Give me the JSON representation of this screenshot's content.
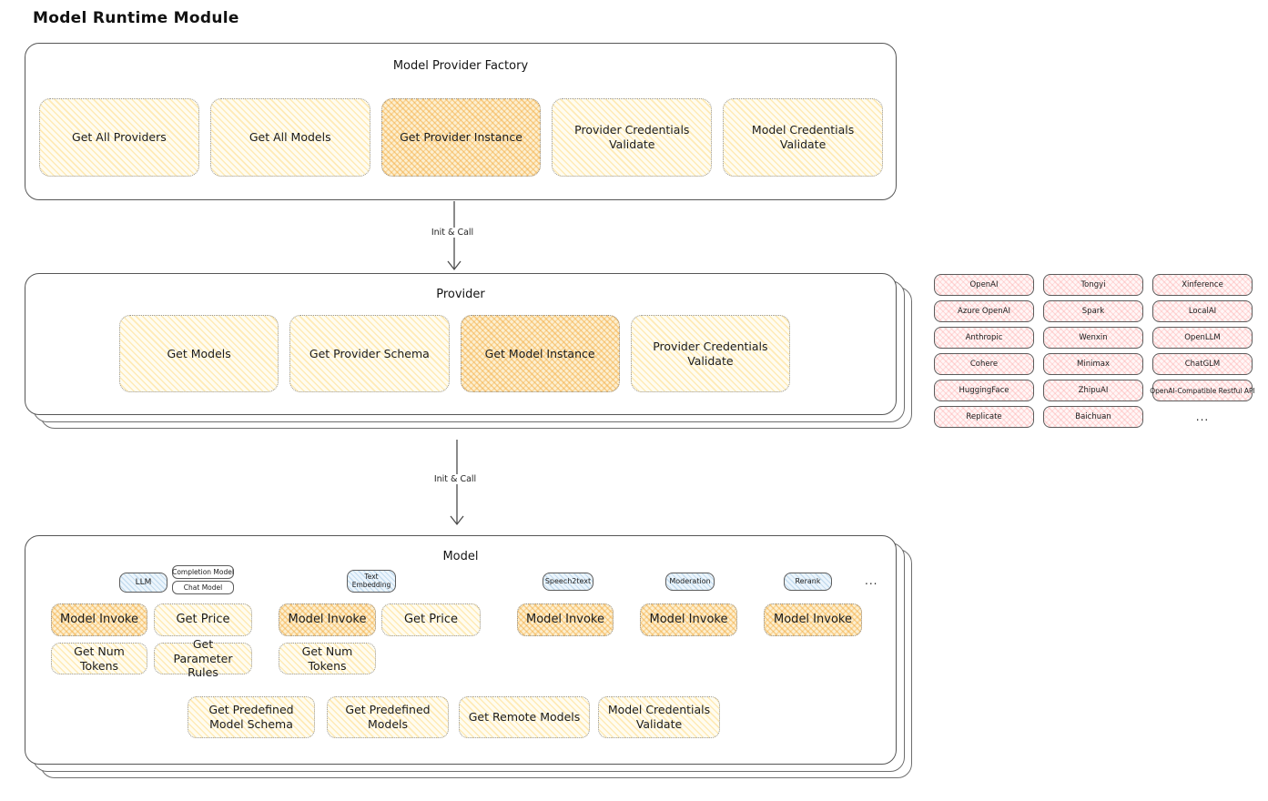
{
  "page_title": "Model Runtime Module",
  "arrows": {
    "factory_to_provider": "Init & Call",
    "provider_to_model": "Init & Call"
  },
  "factory": {
    "title": "Model Provider Factory",
    "items": [
      {
        "label": "Get All Providers",
        "highlight": false
      },
      {
        "label": "Get All Models",
        "highlight": false
      },
      {
        "label": "Get Provider Instance",
        "highlight": true
      },
      {
        "label": "Provider Credentials Validate",
        "highlight": false
      },
      {
        "label": "Model Credentials Validate",
        "highlight": false
      }
    ]
  },
  "provider": {
    "title": "Provider",
    "items": [
      {
        "label": "Get Models",
        "highlight": false
      },
      {
        "label": "Get Provider Schema",
        "highlight": false
      },
      {
        "label": "Get Model Instance",
        "highlight": true
      },
      {
        "label": "Provider Credentials Validate",
        "highlight": false
      }
    ]
  },
  "provider_vendors": {
    "items": [
      "OpenAI",
      "Tongyi",
      "Xinference",
      "Azure OpenAI",
      "Spark",
      "LocalAI",
      "Anthropic",
      "Wenxin",
      "OpenLLM",
      "Cohere",
      "Minimax",
      "ChatGLM",
      "HuggingFace",
      "ZhipuAI",
      "OpenAI-Compatible Restful API",
      "Replicate",
      "Baichuan"
    ],
    "more": "..."
  },
  "model": {
    "title": "Model",
    "tags": {
      "llm": "LLM",
      "completion_model": "Completion Model",
      "chat_model": "Chat Model",
      "text_embedding": "Text Embedding",
      "speech2text": "Speech2text",
      "moderation": "Moderation",
      "rerank": "Rerank",
      "more": "..."
    },
    "llm": {
      "model_invoke": "Model Invoke",
      "get_price": "Get Price",
      "get_num_tokens": "Get Num Tokens",
      "get_parameter_rules": "Get Parameter Rules"
    },
    "text_embedding": {
      "model_invoke": "Model Invoke",
      "get_price": "Get Price",
      "get_num_tokens": "Get Num Tokens"
    },
    "speech2text": {
      "model_invoke": "Model Invoke"
    },
    "moderation": {
      "model_invoke": "Model Invoke"
    },
    "rerank": {
      "model_invoke": "Model Invoke"
    },
    "common": {
      "get_predefined_model_schema": "Get Predefined Model Schema",
      "get_predefined_models": "Get Predefined Models",
      "get_remote_models": "Get Remote Models",
      "model_credentials_validate": "Model Credentials Validate"
    }
  },
  "colors": {
    "yellow_fill": "#fff4cf",
    "orange_highlight": "#f6b345",
    "pink_fill": "#ffd3d3",
    "blue_fill": "#cfe5f5",
    "stroke": "#565656",
    "text": "#1d1d1d"
  }
}
